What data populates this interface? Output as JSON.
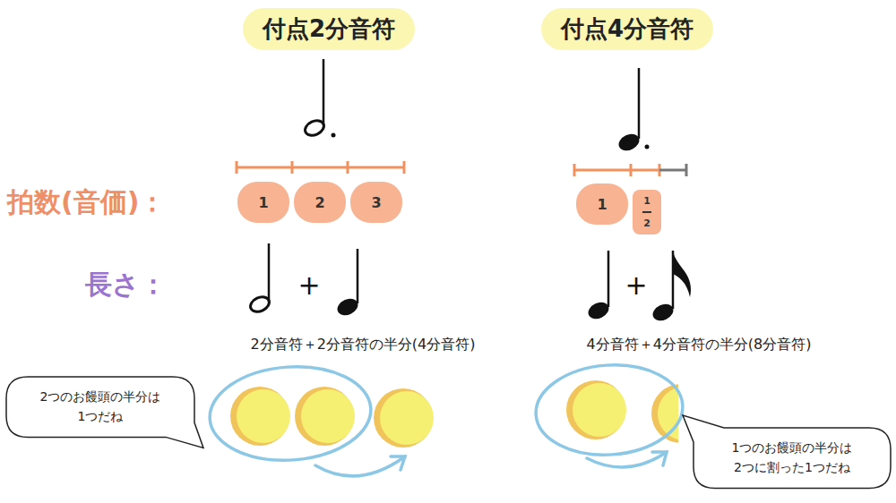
{
  "diagram": {
    "nodes": [
      {
        "text": [
          "付点2分音符"
        ]
      },
      {
        "text": [
          "付点4分音符"
        ]
      },
      {
        "text": [
          "1"
        ]
      },
      {
        "text": [
          "2"
        ]
      },
      {
        "text": [
          "3"
        ]
      },
      {
        "text": [
          "1"
        ]
      },
      {
        "text": [
          "1",
          "2"
        ]
      },
      {
        "text": [
          "2つのお饅頭の半分は 1つだね"
        ]
      },
      {
        "text": [
          "1つのお饅頭の半分は 2つに割った1つだね"
        ]
      }
    ],
    "labels": [
      "拍数(音価)：",
      "長さ：",
      "+",
      "+",
      "2分音符＋2分音符の半分(4分音符)",
      "4分音符＋4分音符の半分(8分音符)"
    ]
  }
}
